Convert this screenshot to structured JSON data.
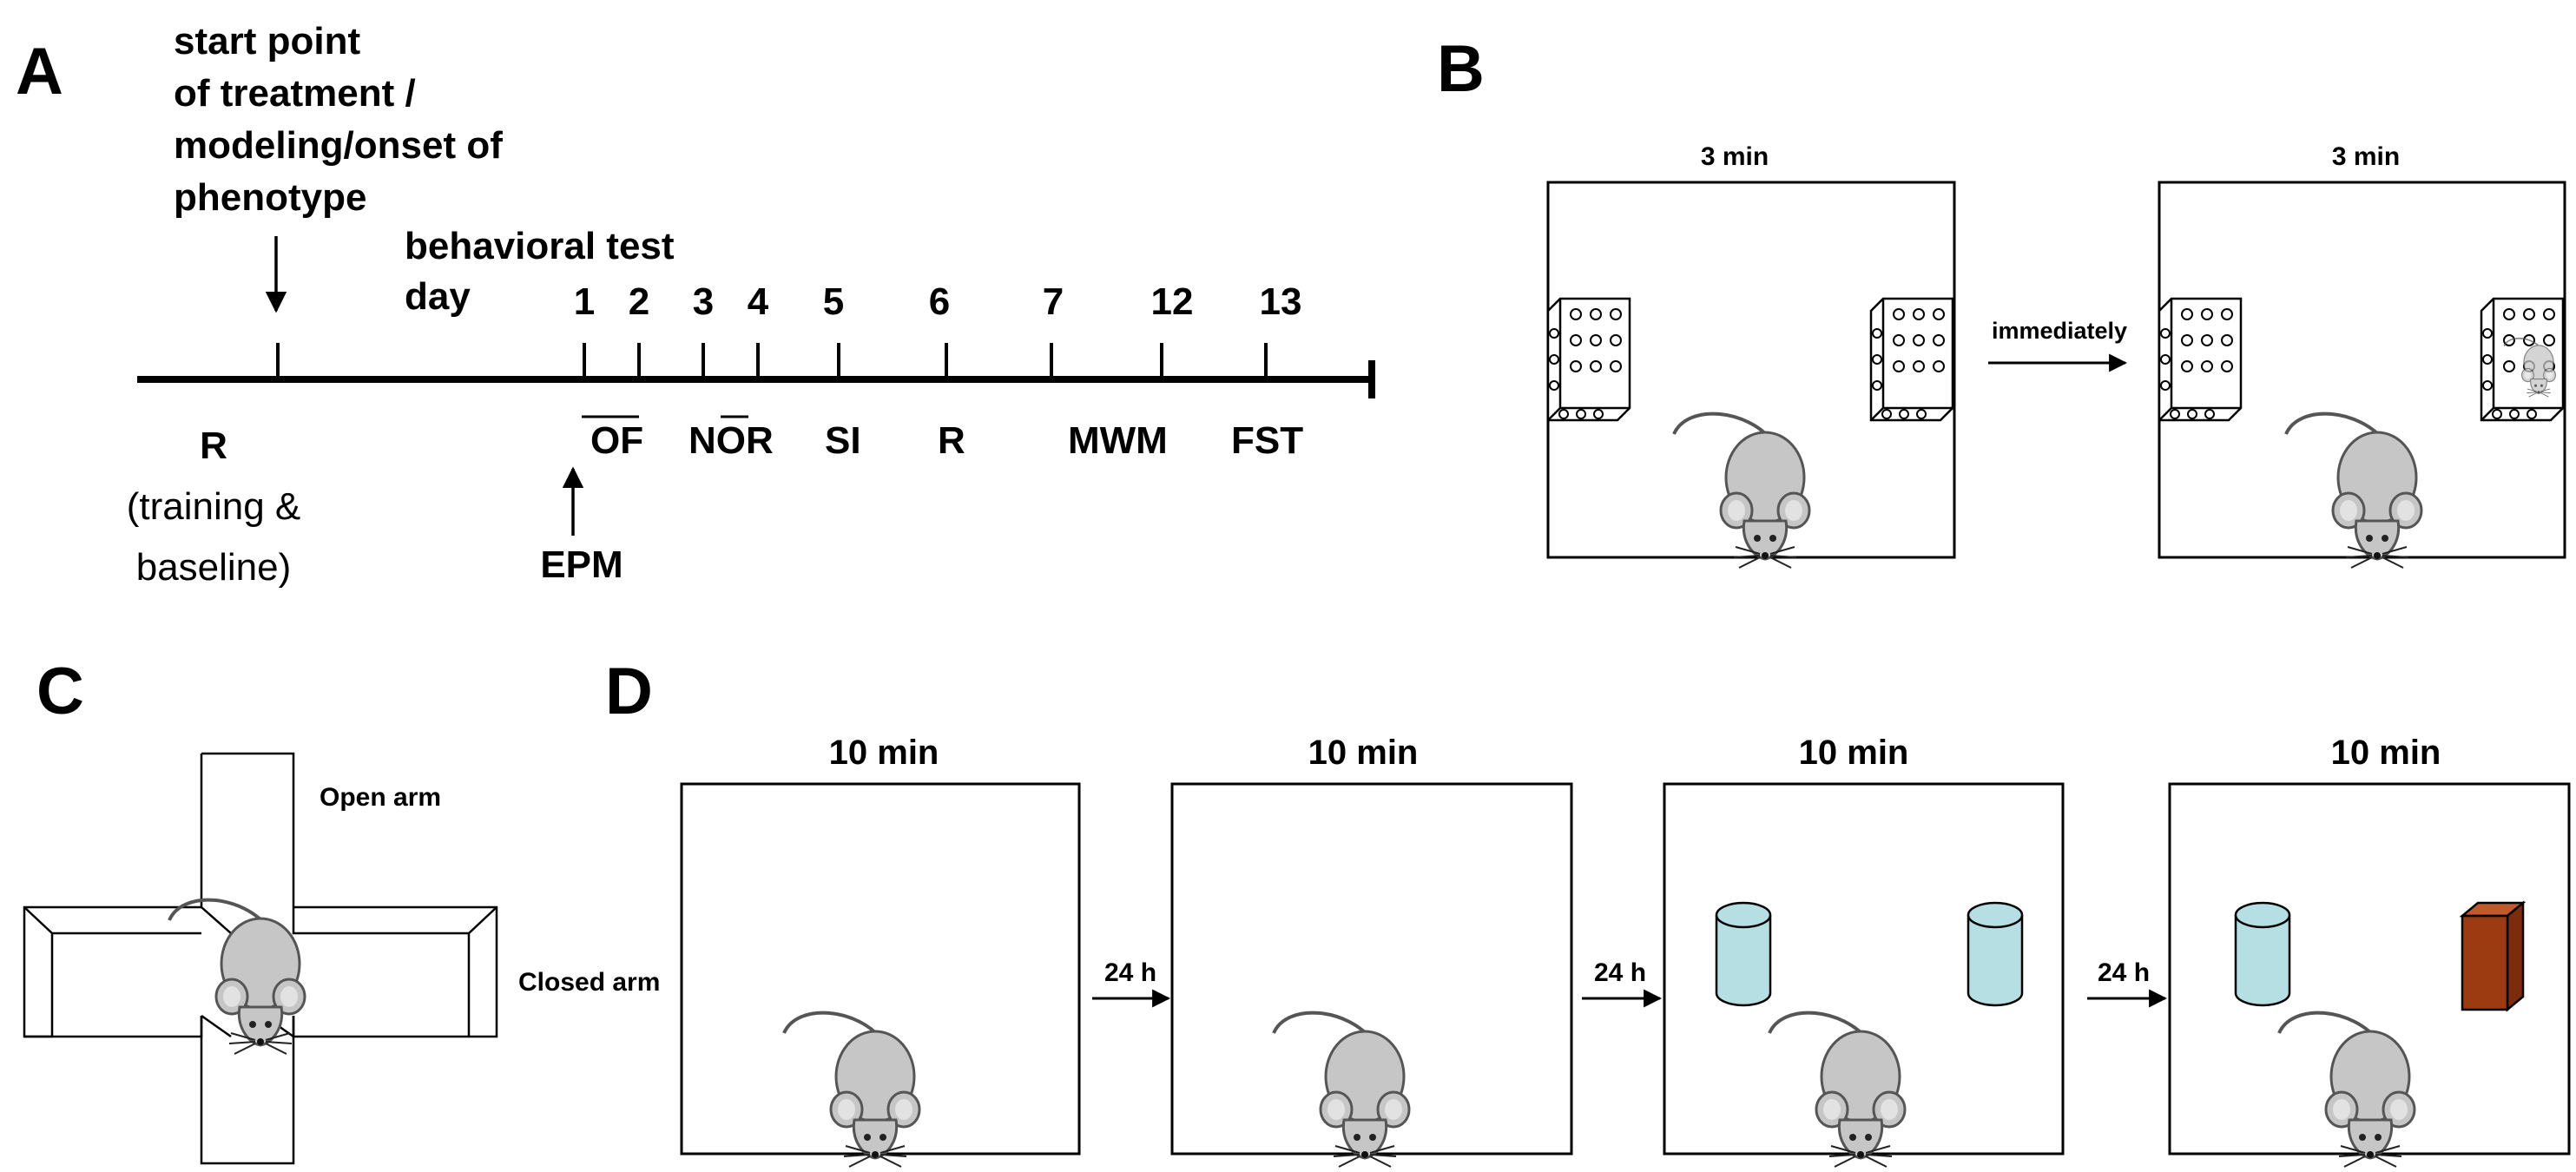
{
  "panels": {
    "a": {
      "label": "A",
      "start_point": [
        "start point",
        "of treatment /",
        "modeling/onset of",
        "phenotype"
      ],
      "behavioral_test": "behavioral test",
      "day_label": "day",
      "days": [
        "1",
        "2",
        "3",
        "4",
        "5",
        "6",
        "7",
        "12",
        "13"
      ],
      "tests": [
        "OF",
        "NOR",
        "SI",
        "R",
        "MWM",
        "FST"
      ],
      "r_label": "R",
      "r_sub": [
        "(training &",
        "baseline)"
      ],
      "epm": "EPM"
    },
    "b": {
      "label": "B",
      "durations": [
        "3 min",
        "3 min"
      ],
      "transition": "immediately"
    },
    "c": {
      "label": "C",
      "open_arm": "Open arm",
      "closed_arm": "Closed arm"
    },
    "d": {
      "label": "D",
      "durations": [
        "10 min",
        "10 min",
        "10 min",
        "10 min"
      ],
      "intervals": [
        "24 h",
        "24 h",
        "24 h"
      ]
    }
  },
  "colors": {
    "mouse_body": "#c6c6c6",
    "cylinder": "#b6dfe3",
    "cube_front": "#9c3a12",
    "cube_top": "#c05a2c"
  }
}
